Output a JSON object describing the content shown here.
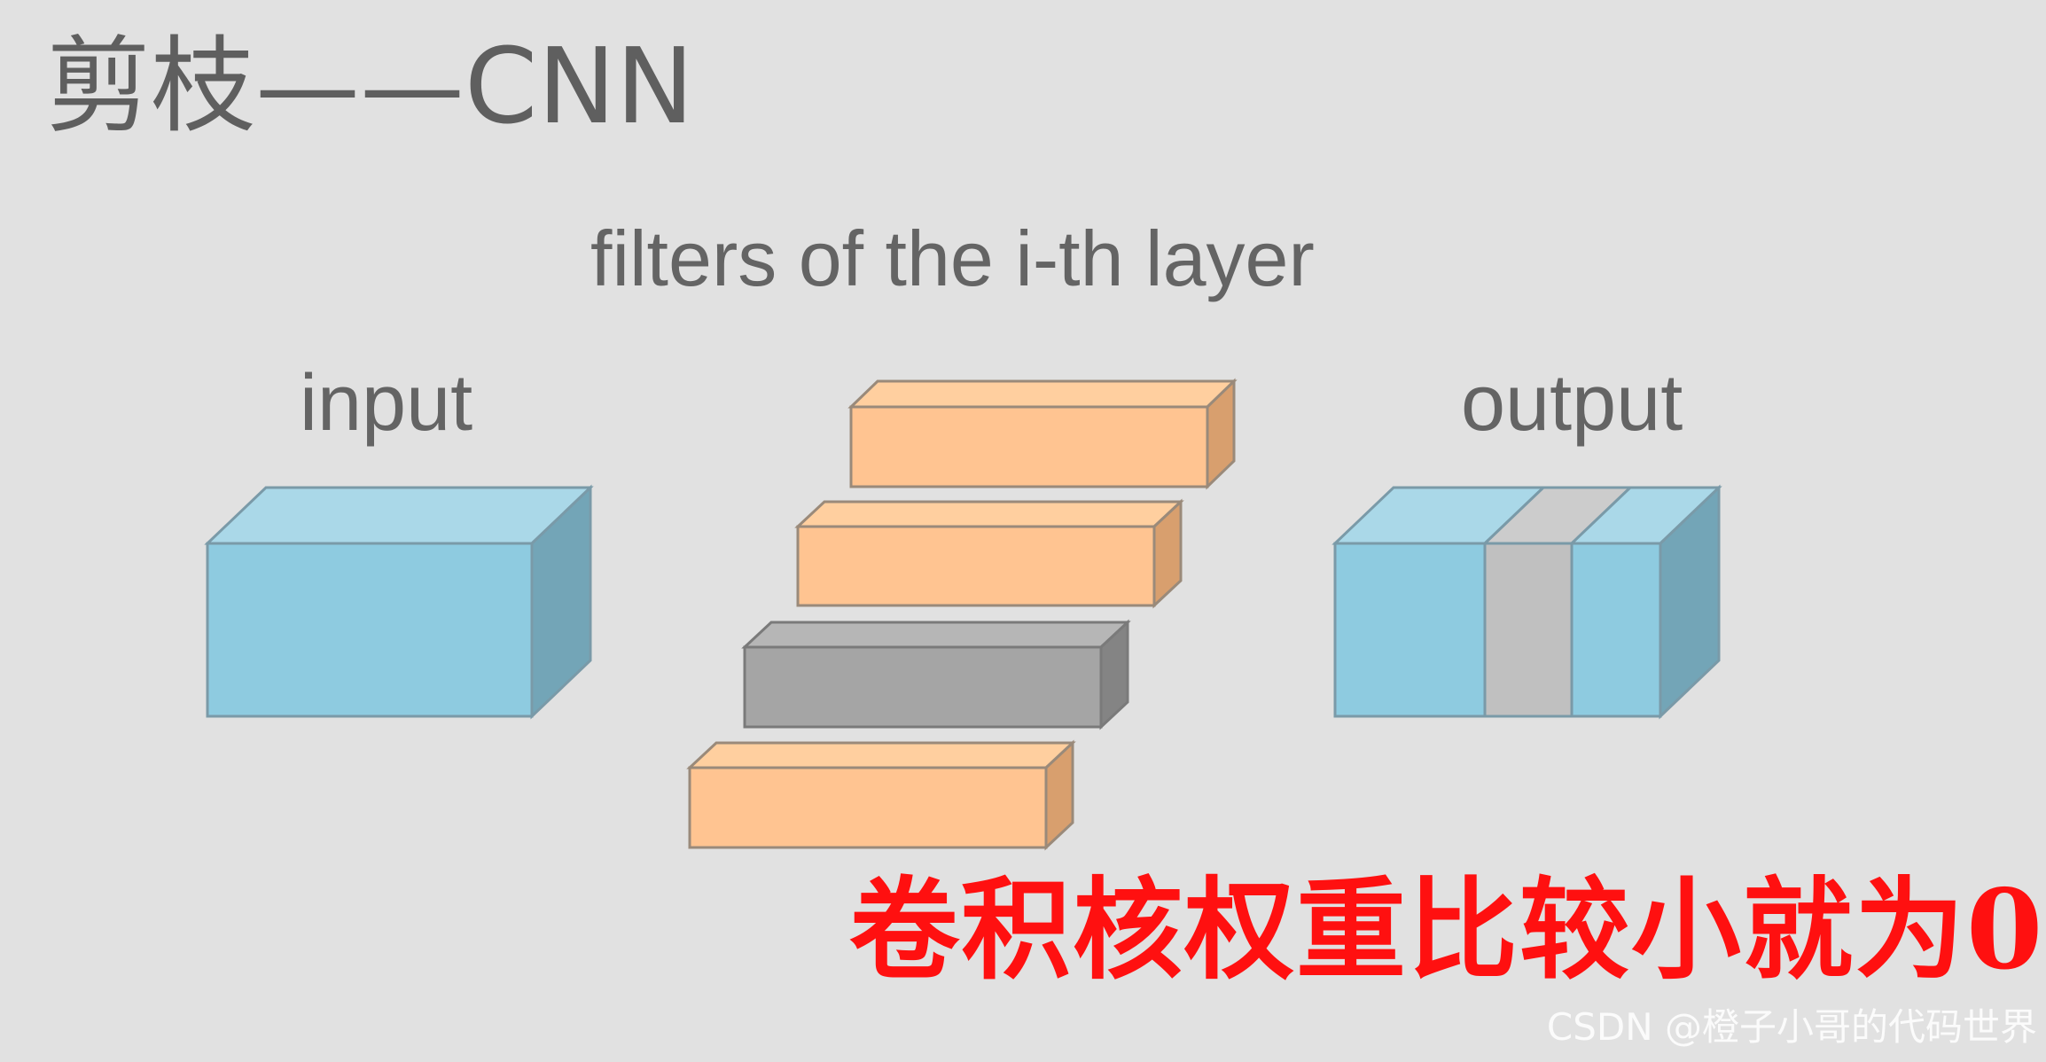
{
  "slide": {
    "title": "剪枝——CNN",
    "filters_label": "filters of the i-th layer",
    "input_label": "input",
    "output_label": "output",
    "annotation": "卷积核权重比较小就为0",
    "watermark": "CSDN @橙子小哥的代码世界"
  },
  "colors": {
    "background": "#e1e1e1",
    "blue_front": "#8ecbe0",
    "blue_top": "#aad8e8",
    "blue_side": "#73a5b7",
    "orange_front": "#ffc491",
    "orange_top": "#ffcf9f",
    "orange_side": "#d89f6e",
    "gray_front": "#a5a5a5",
    "gray_top": "#b6b6b6",
    "gray_side": "#848484",
    "output_gray_front": "#c0c0c0",
    "output_gray_top": "#cccccc",
    "annotation_red": "#ff1010"
  },
  "diagram": {
    "input_block": "input-feature-map",
    "filters": [
      {
        "name": "filter-1",
        "state": "kept",
        "color": "orange"
      },
      {
        "name": "filter-2",
        "state": "kept",
        "color": "orange"
      },
      {
        "name": "filter-3",
        "state": "pruned",
        "color": "gray"
      },
      {
        "name": "filter-4",
        "state": "kept",
        "color": "orange"
      }
    ],
    "output_slices": [
      {
        "name": "output-slice-1",
        "state": "kept",
        "color": "blue"
      },
      {
        "name": "output-slice-2",
        "state": "pruned",
        "color": "gray"
      },
      {
        "name": "output-slice-3",
        "state": "kept",
        "color": "blue"
      }
    ]
  }
}
